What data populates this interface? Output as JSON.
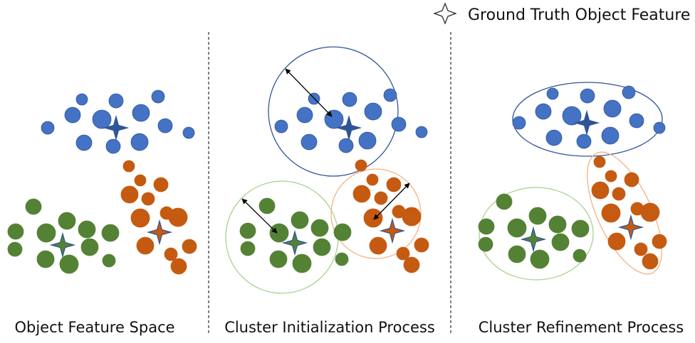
{
  "legend": {
    "icon": "four-point-star-icon",
    "label": "Ground Truth Object Feature"
  },
  "colors": {
    "blue": "#4472c4",
    "blue_dark": "#2f5597",
    "green": "#548235",
    "orange": "#c55a11",
    "blue_outline": "#2f5597",
    "green_outline": "#a9d18e",
    "orange_outline": "#f4b183",
    "arrow": "#000000",
    "separator": "#000000"
  },
  "panels": [
    {
      "id": "feature-space",
      "caption": "Object Feature Space",
      "show_bounds": false,
      "clusters": [
        {
          "name": "blue",
          "centroid": "blue-star",
          "points": [
            [
              115,
              140,
              8
            ],
            [
              163,
              142,
              10
            ],
            [
              222,
              136,
              9
            ],
            [
              102,
              162,
              11
            ],
            [
              143,
              168,
              13
            ],
            [
              198,
              159,
              12
            ],
            [
              67,
              180,
              9
            ],
            [
              232,
              177,
              10
            ],
            [
              265,
              187,
              8
            ],
            [
              118,
              201,
              11
            ],
            [
              159,
              206,
              10
            ],
            [
              196,
              200,
              12
            ]
          ],
          "star": [
            163,
            180
          ]
        },
        {
          "name": "orange",
          "centroid": "orange-star",
          "points": [
            [
              181,
              234,
              8
            ],
            [
              197,
              254,
              8
            ],
            [
              226,
              260,
              10
            ],
            [
              182,
              274,
              12
            ],
            [
              208,
              280,
              9
            ],
            [
              197,
              307,
              13
            ],
            [
              234,
              300,
              9
            ],
            [
              250,
              306,
              13
            ],
            [
              204,
              346,
              12
            ],
            [
              266,
              347,
              10
            ],
            [
              240,
              358,
              9
            ],
            [
              251,
              375,
              11
            ]
          ],
          "star": [
            224,
            327
          ]
        },
        {
          "name": "green",
          "centroid": "green-star",
          "points": [
            [
              47,
              291,
              11
            ],
            [
              94,
              311,
              12
            ],
            [
              22,
              326,
              11
            ],
            [
              65,
              328,
              13
            ],
            [
              122,
              323,
              12
            ],
            [
              155,
              328,
              12
            ],
            [
              21,
              351,
              10
            ],
            [
              126,
              348,
              12
            ],
            [
              64,
              365,
              12
            ],
            [
              97,
              372,
              13
            ],
            [
              153,
              367,
              9
            ]
          ],
          "star": [
            88,
            345
          ]
        }
      ]
    },
    {
      "id": "cluster-initialization",
      "caption": "Cluster Initialization Process",
      "show_bounds": true,
      "clusters": [
        {
          "name": "blue",
          "points": [
            [
              441,
              139,
              8
            ],
            [
              491,
              140,
              10
            ],
            [
              548,
              134,
              9
            ],
            [
              428,
              162,
              11
            ],
            [
              469,
              168,
              13
            ],
            [
              524,
              157,
              12
            ],
            [
              395,
              178,
              9
            ],
            [
              560,
              175,
              10
            ],
            [
              592,
              186,
              8
            ],
            [
              434,
              200,
              11
            ],
            [
              486,
              205,
              10
            ],
            [
              516,
              198,
              12
            ]
          ],
          "star": [
            490,
            180
          ],
          "bound": {
            "type": "circle",
            "c": [
              468,
              157
            ],
            "r": 91
          }
        },
        {
          "name": "orange",
          "points": [
            [
              507,
              233,
              8
            ],
            [
              523,
              253,
              8
            ],
            [
              553,
              260,
              10
            ],
            [
              508,
              273,
              12
            ],
            [
              535,
              279,
              9
            ],
            [
              524,
              307,
              13
            ],
            [
              560,
              298,
              9
            ],
            [
              578,
              305,
              13
            ],
            [
              531,
              346,
              12
            ],
            [
              592,
              345,
              10
            ],
            [
              566,
              357,
              9
            ],
            [
              578,
              373,
              11
            ]
          ],
          "star": [
            551,
            325
          ],
          "bound": {
            "type": "circle",
            "c": [
              528,
              301
            ],
            "r": 63
          }
        },
        {
          "name": "green",
          "points": [
            [
              375,
              290,
              11
            ],
            [
              421,
              310,
              12
            ],
            [
              348,
              325,
              11
            ],
            [
              392,
              328,
              13
            ],
            [
              449,
              321,
              12
            ],
            [
              481,
              327,
              12
            ],
            [
              348,
              350,
              10
            ],
            [
              452,
              348,
              12
            ],
            [
              391,
              365,
              12
            ],
            [
              424,
              371,
              13
            ],
            [
              480,
              365,
              9
            ]
          ],
          "star": [
            414,
            342
          ],
          "bound": {
            "type": "circle",
            "c": [
              396,
              334
            ],
            "r": 79
          }
        }
      ],
      "arrows": [
        {
          "from": [
            401,
            97
          ],
          "to": [
            466,
            164
          ]
        },
        {
          "from": [
            340,
            280
          ],
          "to": [
            389,
            328
          ]
        },
        {
          "from": [
            575,
            258
          ],
          "to": [
            525,
            309
          ]
        }
      ]
    },
    {
      "id": "cluster-refinement",
      "caption": "Cluster Refinement Process",
      "show_bounds": true,
      "clusters": [
        {
          "name": "blue",
          "points": [
            [
              776,
              132,
              8
            ],
            [
              825,
              135,
              10
            ],
            [
              883,
              130,
              9
            ],
            [
              763,
              157,
              11
            ],
            [
              803,
              163,
              13
            ],
            [
              860,
              153,
              12
            ],
            [
              729,
              173,
              9
            ],
            [
              894,
              170,
              10
            ],
            [
              926,
              180,
              8
            ],
            [
              778,
              194,
              11
            ],
            [
              820,
              199,
              10
            ],
            [
              857,
              191,
              12
            ]
          ],
          "star": [
            824,
            173
          ],
          "bound": {
            "type": "ellipse",
            "c": [
              825,
              168
            ],
            "rx": 105,
            "ry": 52,
            "rot": 0
          }
        },
        {
          "name": "orange",
          "points": [
            [
              842,
              228,
              8
            ],
            [
              858,
              248,
              8
            ],
            [
              887,
              253,
              10
            ],
            [
              843,
              268,
              12
            ],
            [
              869,
              273,
              9
            ],
            [
              858,
              300,
              13
            ],
            [
              895,
              294,
              9
            ],
            [
              913,
              299,
              13
            ],
            [
              866,
              340,
              12
            ],
            [
              926,
              340,
              10
            ],
            [
              900,
              351,
              9
            ],
            [
              913,
              368,
              11
            ]
          ],
          "star": [
            886,
            320
          ],
          "bound": {
            "type": "ellipse",
            "c": [
              877,
              300
            ],
            "rx": 93,
            "ry": 38,
            "rot": 65
          }
        },
        {
          "name": "green",
          "points": [
            [
              708,
              284,
              11
            ],
            [
              755,
              304,
              12
            ],
            [
              683,
              319,
              11
            ],
            [
              726,
              321,
              13
            ],
            [
              783,
              316,
              12
            ],
            [
              815,
              322,
              12
            ],
            [
              682,
              344,
              10
            ],
            [
              787,
              341,
              12
            ],
            [
              726,
              358,
              12
            ],
            [
              758,
              365,
              13
            ],
            [
              814,
              360,
              9
            ]
          ],
          "star": [
            749,
            337
          ],
          "bound": {
            "type": "ellipse",
            "c": [
              753,
              329
            ],
            "rx": 80,
            "ry": 65,
            "rot": 0
          }
        }
      ]
    }
  ]
}
